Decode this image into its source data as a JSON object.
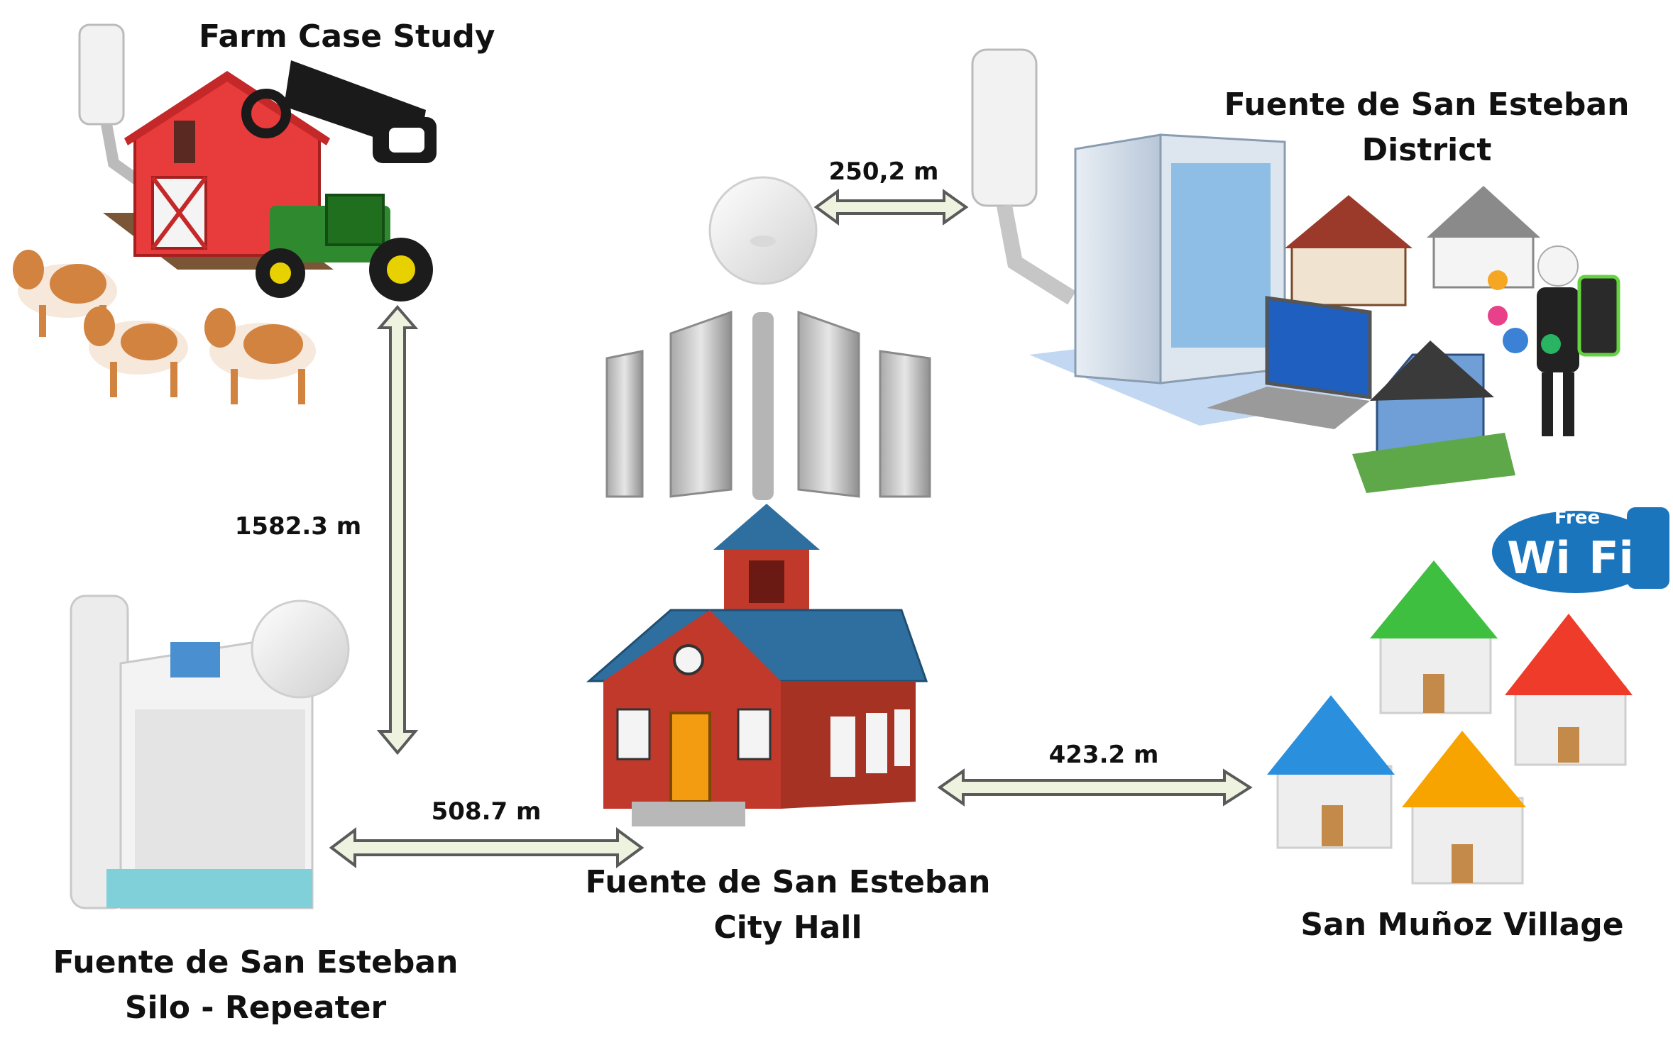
{
  "nodes": {
    "farm": {
      "label": "Farm Case Study"
    },
    "district": {
      "line1": "Fuente de San Esteban",
      "line2": "District"
    },
    "silo": {
      "line1": "Fuente de San Esteban",
      "line2": "Silo - Repeater"
    },
    "city_hall": {
      "line1": "Fuente de San Esteban",
      "line2": "City Hall"
    },
    "village": {
      "label": "San Muñoz Village"
    }
  },
  "links": {
    "farm_silo": "1582.3 m",
    "silo_cityhall": "508.7 m",
    "tower_district": "250,2 m",
    "cityhall_village": "423.2 m"
  },
  "wifi_badge": {
    "top": "Free",
    "left": "Wi",
    "right": "Fi"
  },
  "colors": {
    "arrow_fill": "#eef3df",
    "arrow_stroke": "#5a5a5a",
    "barn_red": "#e83b3b",
    "brick": "#c0392b",
    "roof_blue": "#2f6f9f",
    "wifi_blue": "#1b75bc"
  }
}
